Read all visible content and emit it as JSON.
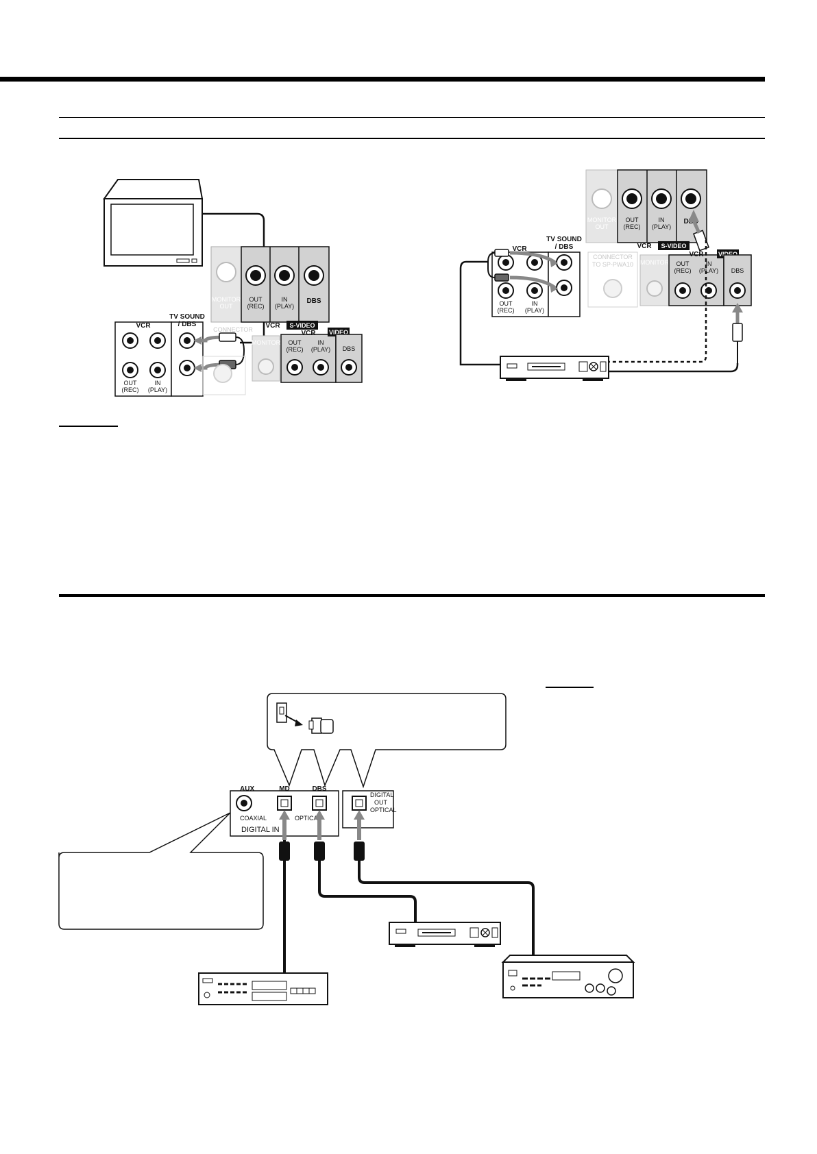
{
  "diagram1": {
    "vcr": "VCR",
    "tv_sound": "TV SOUND",
    "tv_sound2": "/ DBS",
    "out": "OUT",
    "rec": "(REC)",
    "in": "IN",
    "play": "(PLAY)",
    "monitor": "MONITOR",
    "monitor_out": "OUT",
    "dbs": "DBS",
    "svideo": "S-VIDEO",
    "video": "VIDEO",
    "connector": "CONNECTOR"
  },
  "diagram2": {
    "vcr": "VCR",
    "tv_sound": "TV SOUND",
    "tv_sound2": "/ DBS",
    "out": "OUT",
    "rec": "(REC)",
    "in": "IN",
    "play": "(PLAY)",
    "monitor": "MONITOR",
    "monitor_out": "OUT",
    "dbs": "DBS",
    "svideo": "S-VIDEO",
    "video": "VIDEO",
    "connector": "CONNECTOR",
    "connector2": "TO SP-PWA10"
  },
  "diagram3": {
    "aux": "AUX",
    "md": "MD",
    "dbs": "DBS",
    "coaxial": "COAXIAL",
    "optical": "OPTICAL",
    "digital_in": "DIGITAL IN",
    "digital_out_1": "DIGITAL",
    "digital_out_2": "OUT",
    "digital_out_3": "OPTICAL"
  }
}
